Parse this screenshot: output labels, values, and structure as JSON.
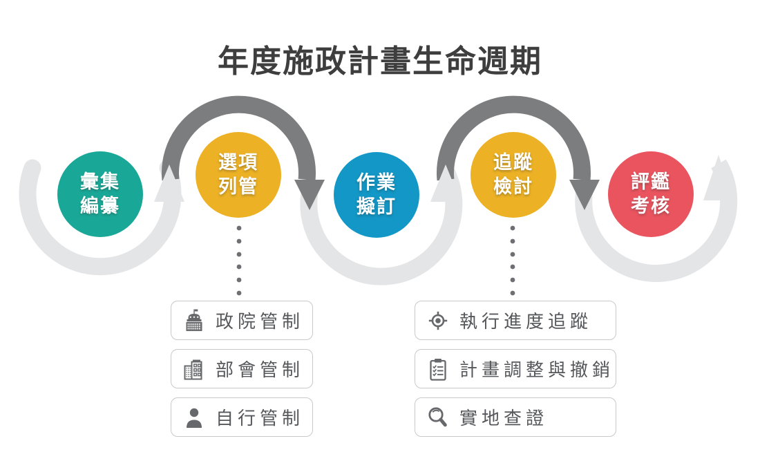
{
  "title": "年度施政計畫生命週期",
  "palette": {
    "light_arc": "#E4E5E7",
    "dark_arc": "#7C7D7F",
    "dot": "#6E6F72",
    "icon": "#67686B",
    "title_text": "#3E3E3E",
    "box_text": "#56575A",
    "box_border": "#C8C9CA"
  },
  "stages": [
    {
      "line1": "彙集",
      "line2": "編纂",
      "color": "#19A897"
    },
    {
      "line1": "選項",
      "line2": "列管",
      "color": "#ECB125"
    },
    {
      "line1": "作業",
      "line2": "擬訂",
      "color": "#1297C6"
    },
    {
      "line1": "追蹤",
      "line2": "檢討",
      "color": "#ECB125"
    },
    {
      "line1": "評鑑",
      "line2": "考核",
      "color": "#E9545F"
    }
  ],
  "detail_groups": [
    {
      "anchor_stage": "選項列管",
      "items": [
        {
          "icon": "government-building-icon",
          "label": "政院管制"
        },
        {
          "icon": "office-buildings-icon",
          "label": "部會管制"
        },
        {
          "icon": "person-icon",
          "label": "自行管制"
        }
      ]
    },
    {
      "anchor_stage": "追蹤檢討",
      "items": [
        {
          "icon": "target-icon",
          "label": "執行進度追蹤"
        },
        {
          "icon": "clipboard-checklist-icon",
          "label": "計畫調整與撤銷"
        },
        {
          "icon": "magnifier-icon",
          "label": "實地查證"
        }
      ]
    }
  ]
}
